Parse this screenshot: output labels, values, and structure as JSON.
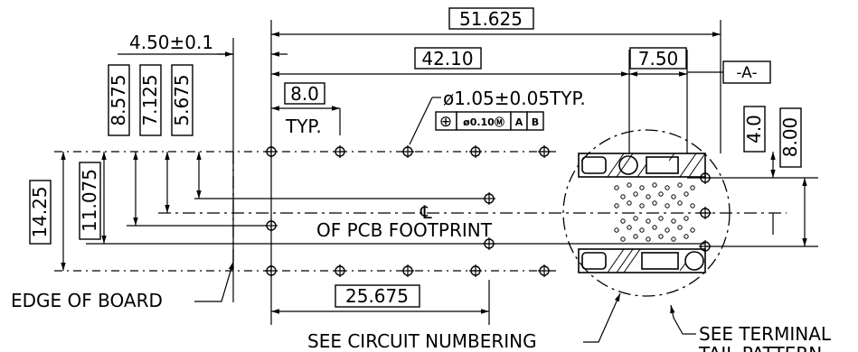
{
  "dimensions": {
    "total_length": "51.625",
    "first_to_last": "42.10",
    "pitch_typ": "8.0",
    "pitch_typ_note": "TYP.",
    "tail_offset": "7.50",
    "board_edge": "4.50±0.1",
    "bottom_span": "25.675",
    "hole_dia": "ø1.05±0.05TYP.",
    "tol_frame_position": "⊕",
    "tol_frame_value": "ø0.10Ⓜ",
    "tol_frame_a": "A",
    "tol_frame_b": "B",
    "datum_a": "-A-",
    "vert_8575": "8.575",
    "vert_7125": "7.125",
    "vert_5675": "5.675",
    "vert_1425": "14.25",
    "vert_11075": "11.075",
    "vert_40": "4.0",
    "vert_800": "8.00"
  },
  "labels": {
    "centerline_symbol": "℄",
    "pcb_footprint": "OF PCB FOOTPRINT",
    "edge_of_board": "EDGE OF BOARD",
    "see_circuit": "SEE CIRCUIT NUMBERING",
    "see_terminal_line1": "SEE TERMINAL",
    "see_terminal_line2": "TAIL PATTERN"
  }
}
